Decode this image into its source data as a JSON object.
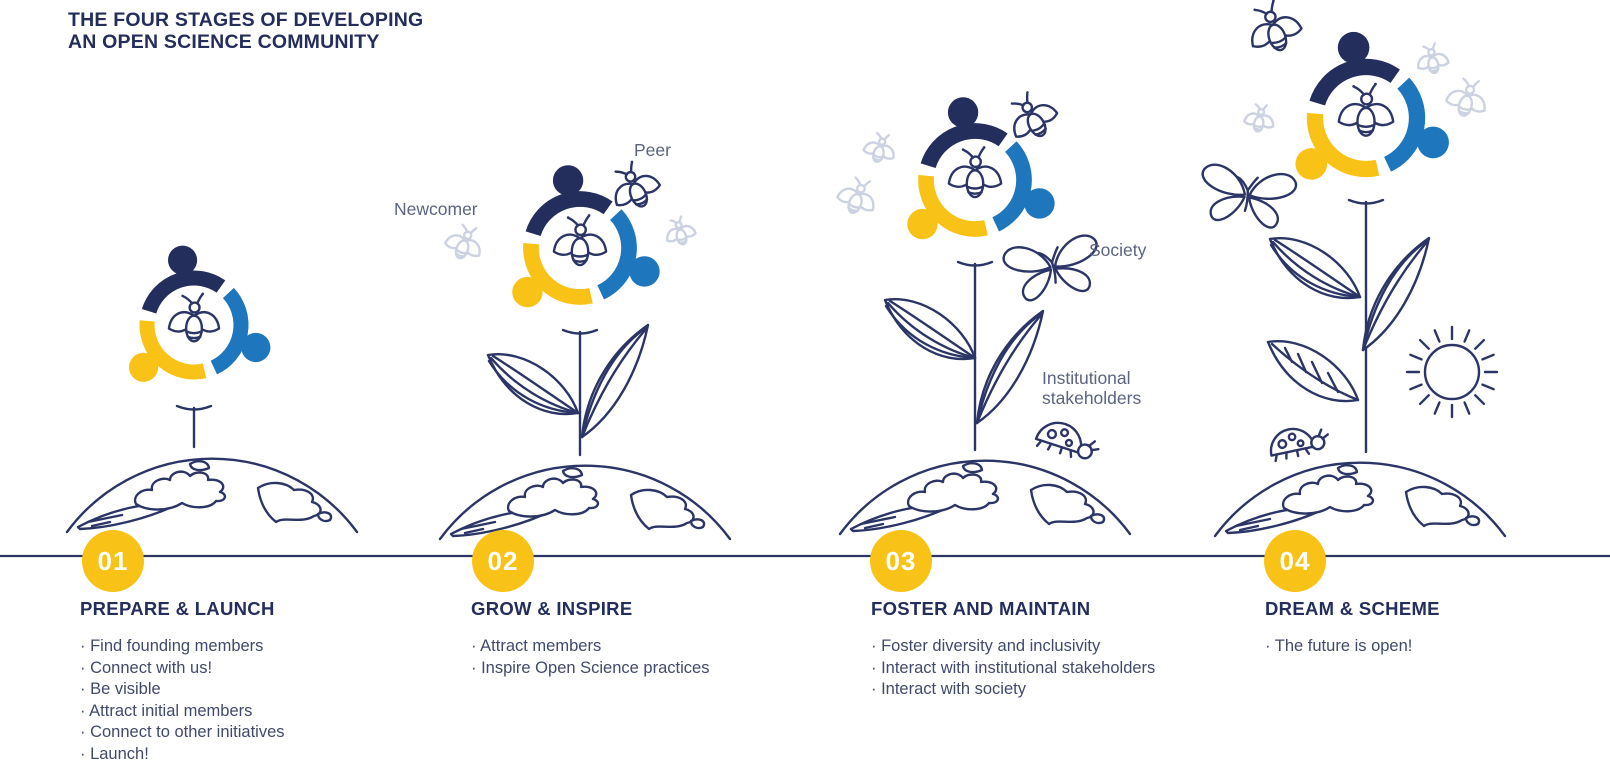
{
  "title": {
    "line1": "THE FOUR STAGES OF DEVELOPING",
    "line2": "AN OPEN SCIENCE COMMUNITY"
  },
  "bullet": "·",
  "labels": {
    "newcomer": "Newcomer",
    "peer": "Peer",
    "society": "Society",
    "institutional": "Institutional stakeholders"
  },
  "stages": [
    {
      "number": "01",
      "title": "PREPARE & LAUNCH",
      "items": [
        "Find founding members",
        "Connect with us!",
        "Be visible",
        "Attract initial members",
        "Connect to other initiatives",
        "Launch!"
      ]
    },
    {
      "number": "02",
      "title": "GROW & INSPIRE",
      "items": [
        "Attract members",
        "Inspire Open Science practices"
      ]
    },
    {
      "number": "03",
      "title": "FOSTER AND MAINTAIN",
      "items": [
        "Foster diversity and inclusivity",
        "Interact with institutional stakeholders",
        "Interact with society"
      ]
    },
    {
      "number": "04",
      "title": "DREAM & SCHEME",
      "items": [
        "The future is open!"
      ]
    }
  ],
  "colors": {
    "navy": "#242e5c",
    "blue": "#1e76bd",
    "yellow": "#f9c216",
    "ink": "#2b3566",
    "body": "#414a6b",
    "slate": "#5b6480",
    "pale": "#ccd2e2",
    "bg": "#ffffff"
  }
}
